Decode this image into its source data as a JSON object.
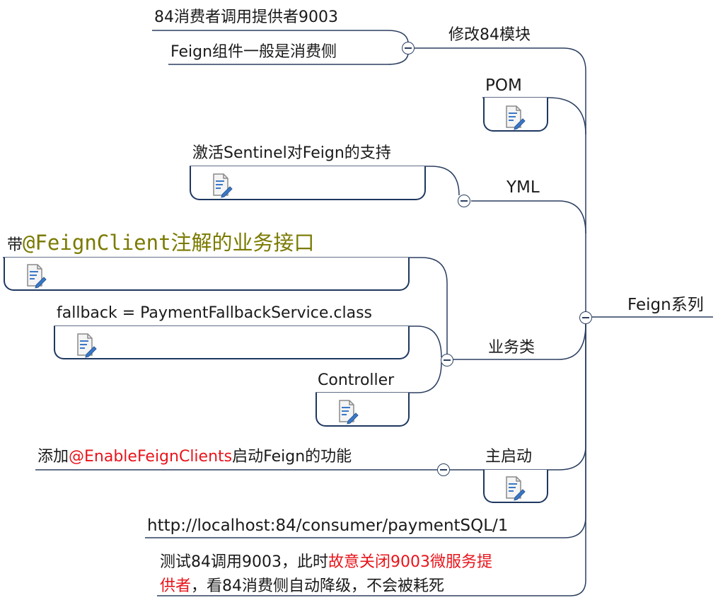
{
  "root": {
    "label": "Feign系列"
  },
  "branches": {
    "modify84": {
      "label": "修改84模块",
      "children": [
        "84消费者调用提供者9003",
        "Feign组件一般是消费侧"
      ]
    },
    "pom": {
      "label": "POM"
    },
    "yml": {
      "label": "YML",
      "child": "激活Sentinel对Feign的支持"
    },
    "business": {
      "label": "业务类",
      "feign_prefix": "带",
      "feign_highlight": "@FeignClient注解的业务接口",
      "fallback": "fallback = PaymentFallbackService.class",
      "controller": "Controller"
    },
    "main": {
      "label": "主启动",
      "child_prefix": "添加",
      "child_highlight": "@EnableFeignClients",
      "child_suffix": "启动Feign的功能"
    },
    "url": {
      "label": "http://localhost:84/consumer/paymentSQL/1"
    },
    "test": {
      "line1_normal": "测试84调用9003，此时",
      "line1_red": "故意关闭9003微服务提",
      "line2_red": "供者",
      "line2_normal": "，看84消费侧自动降级，不会被耗死"
    }
  },
  "colors": {
    "line": "#2b3f60",
    "note_border": "#1e3760",
    "olive": "#7a7a00",
    "red": "#e8141b"
  },
  "icons": [
    "note-icon",
    "collapse-toggle-icon"
  ]
}
